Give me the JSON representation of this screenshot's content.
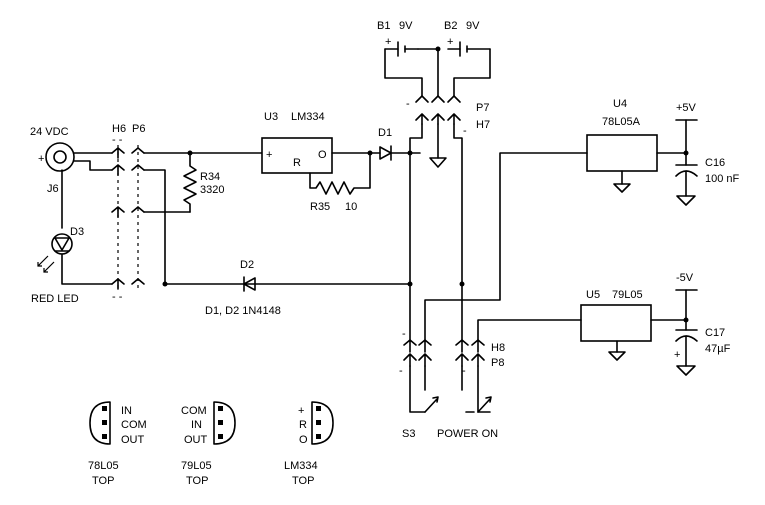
{
  "power_input": {
    "label": "24 VDC",
    "jack": "J6",
    "plus": "+"
  },
  "led": {
    "ref": "D3",
    "label": "RED LED"
  },
  "header_left": {
    "h": "H6",
    "p": "P6"
  },
  "resistor_r34": {
    "ref": "R34",
    "value": "3320"
  },
  "regulator_u3": {
    "ref": "U3",
    "part": "LM334",
    "plus": "+",
    "r": "R",
    "o": "O"
  },
  "resistor_r35": {
    "ref": "R35",
    "value": "10"
  },
  "diode_d1": {
    "ref": "D1"
  },
  "diode_d2": {
    "ref": "D2"
  },
  "diode_note": "D1, D2  1N4148",
  "battery_b1": {
    "ref": "B1",
    "value": "9V"
  },
  "battery_b2": {
    "ref": "B2",
    "value": "9V"
  },
  "header_top": {
    "p": "P7",
    "h": "H7"
  },
  "regulator_u4": {
    "ref": "U4",
    "part": "78L05A"
  },
  "rail_pos": "+5V",
  "cap_c16": {
    "ref": "C16",
    "value": "100 nF"
  },
  "regulator_u5": {
    "ref": "U5",
    "part": "79L05"
  },
  "rail_neg": "-5V",
  "cap_c17": {
    "ref": "C17",
    "value": "47µF"
  },
  "header_bottom": {
    "h": "H8",
    "p": "P8"
  },
  "switch_s3": "S3",
  "switch_power": "POWER ON",
  "pinouts": [
    {
      "pins": [
        "IN",
        "COM",
        "OUT"
      ],
      "name": "78L05",
      "view": "TOP"
    },
    {
      "pins": [
        "COM",
        "IN",
        "OUT"
      ],
      "name": "79L05",
      "view": "TOP"
    },
    {
      "pins": [
        "+",
        "R",
        "O"
      ],
      "name": "LM334",
      "view": "TOP"
    }
  ],
  "marks": {
    "plus": "+",
    "minus": "-",
    "dash": "- -",
    "mm": "--"
  }
}
